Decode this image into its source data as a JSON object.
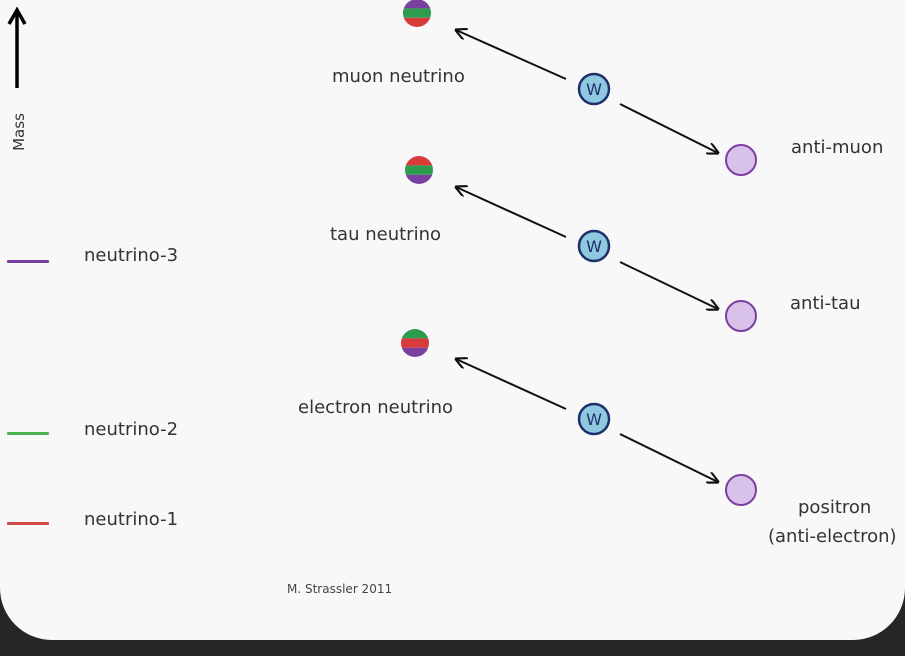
{
  "axis": {
    "label": "Mass"
  },
  "rows": [
    {
      "neutrino": "muon neutrino",
      "boson": "W",
      "antilepton": "anti-muon",
      "antilepton_line2": "",
      "stripes": [
        "#7a3fa0",
        "#2e9c4e",
        "#d83a3a"
      ]
    },
    {
      "neutrino": "tau neutrino",
      "boson": "W",
      "antilepton": "anti-tau",
      "antilepton_line2": "",
      "stripes": [
        "#d83a3a",
        "#2e9c4e",
        "#7a3fa0"
      ]
    },
    {
      "neutrino": "electron neutrino",
      "boson": "W",
      "antilepton": "positron",
      "antilepton_line2": "(anti-electron)",
      "stripes": [
        "#2e9c4e",
        "#d83a3a",
        "#7a3fa0"
      ]
    }
  ],
  "legend": [
    {
      "label": "neutrino-3",
      "color": "#7a3fa0"
    },
    {
      "label": "neutrino-2",
      "color": "#4caf50"
    },
    {
      "label": "neutrino-1",
      "color": "#d04a4a"
    }
  ],
  "colors": {
    "w_fill": "#8ec9e0",
    "w_stroke": "#1e2f6b",
    "anti_fill": "#d9c2e9",
    "anti_stroke": "#7a3fa0"
  },
  "credit": "M. Strassler 2011"
}
